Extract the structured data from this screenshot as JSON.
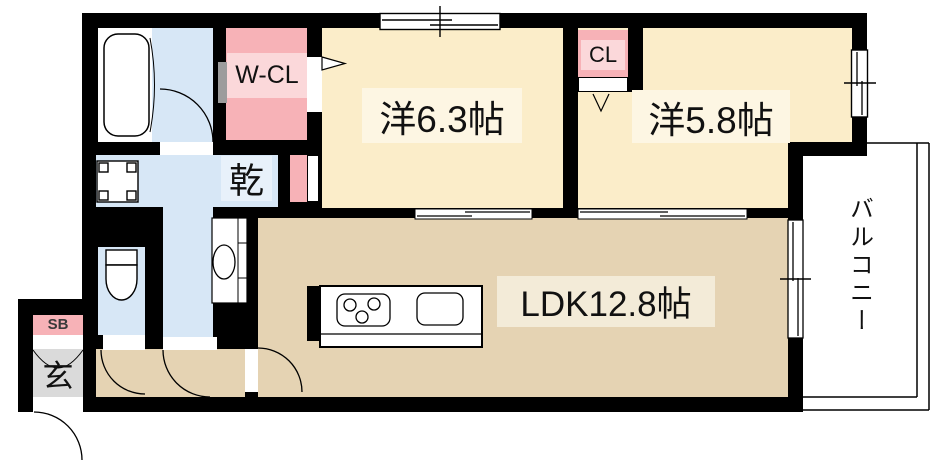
{
  "rooms": {
    "bedroom1": {
      "label": "洋6.3帖"
    },
    "bedroom2": {
      "label": "洋5.8帖"
    },
    "ldk": {
      "label": "LDK12.8帖"
    },
    "walk_in_closet": {
      "label": "W-CL"
    },
    "closet": {
      "label": "CL"
    },
    "drying_room": {
      "label": "乾"
    },
    "entrance": {
      "label": "玄"
    },
    "shoe_box": {
      "label": "SB"
    },
    "balcony": {
      "label": "バルコニー"
    }
  },
  "colors": {
    "wall": "#000000",
    "room-cream": "#fbedc9",
    "room-cream-band": "#fdf6e3",
    "floor-tan": "#e5d3b3",
    "floor-tan-band": "#f3ebd8",
    "wet-blue": "#d7e7f6",
    "wet-blue-band": "#e8f1fa",
    "closet-pink": "#f7b2b7",
    "closet-pink-band": "#fbd8da",
    "entrance-gray": "#dadada",
    "door-gray": "#9c9c9c"
  }
}
